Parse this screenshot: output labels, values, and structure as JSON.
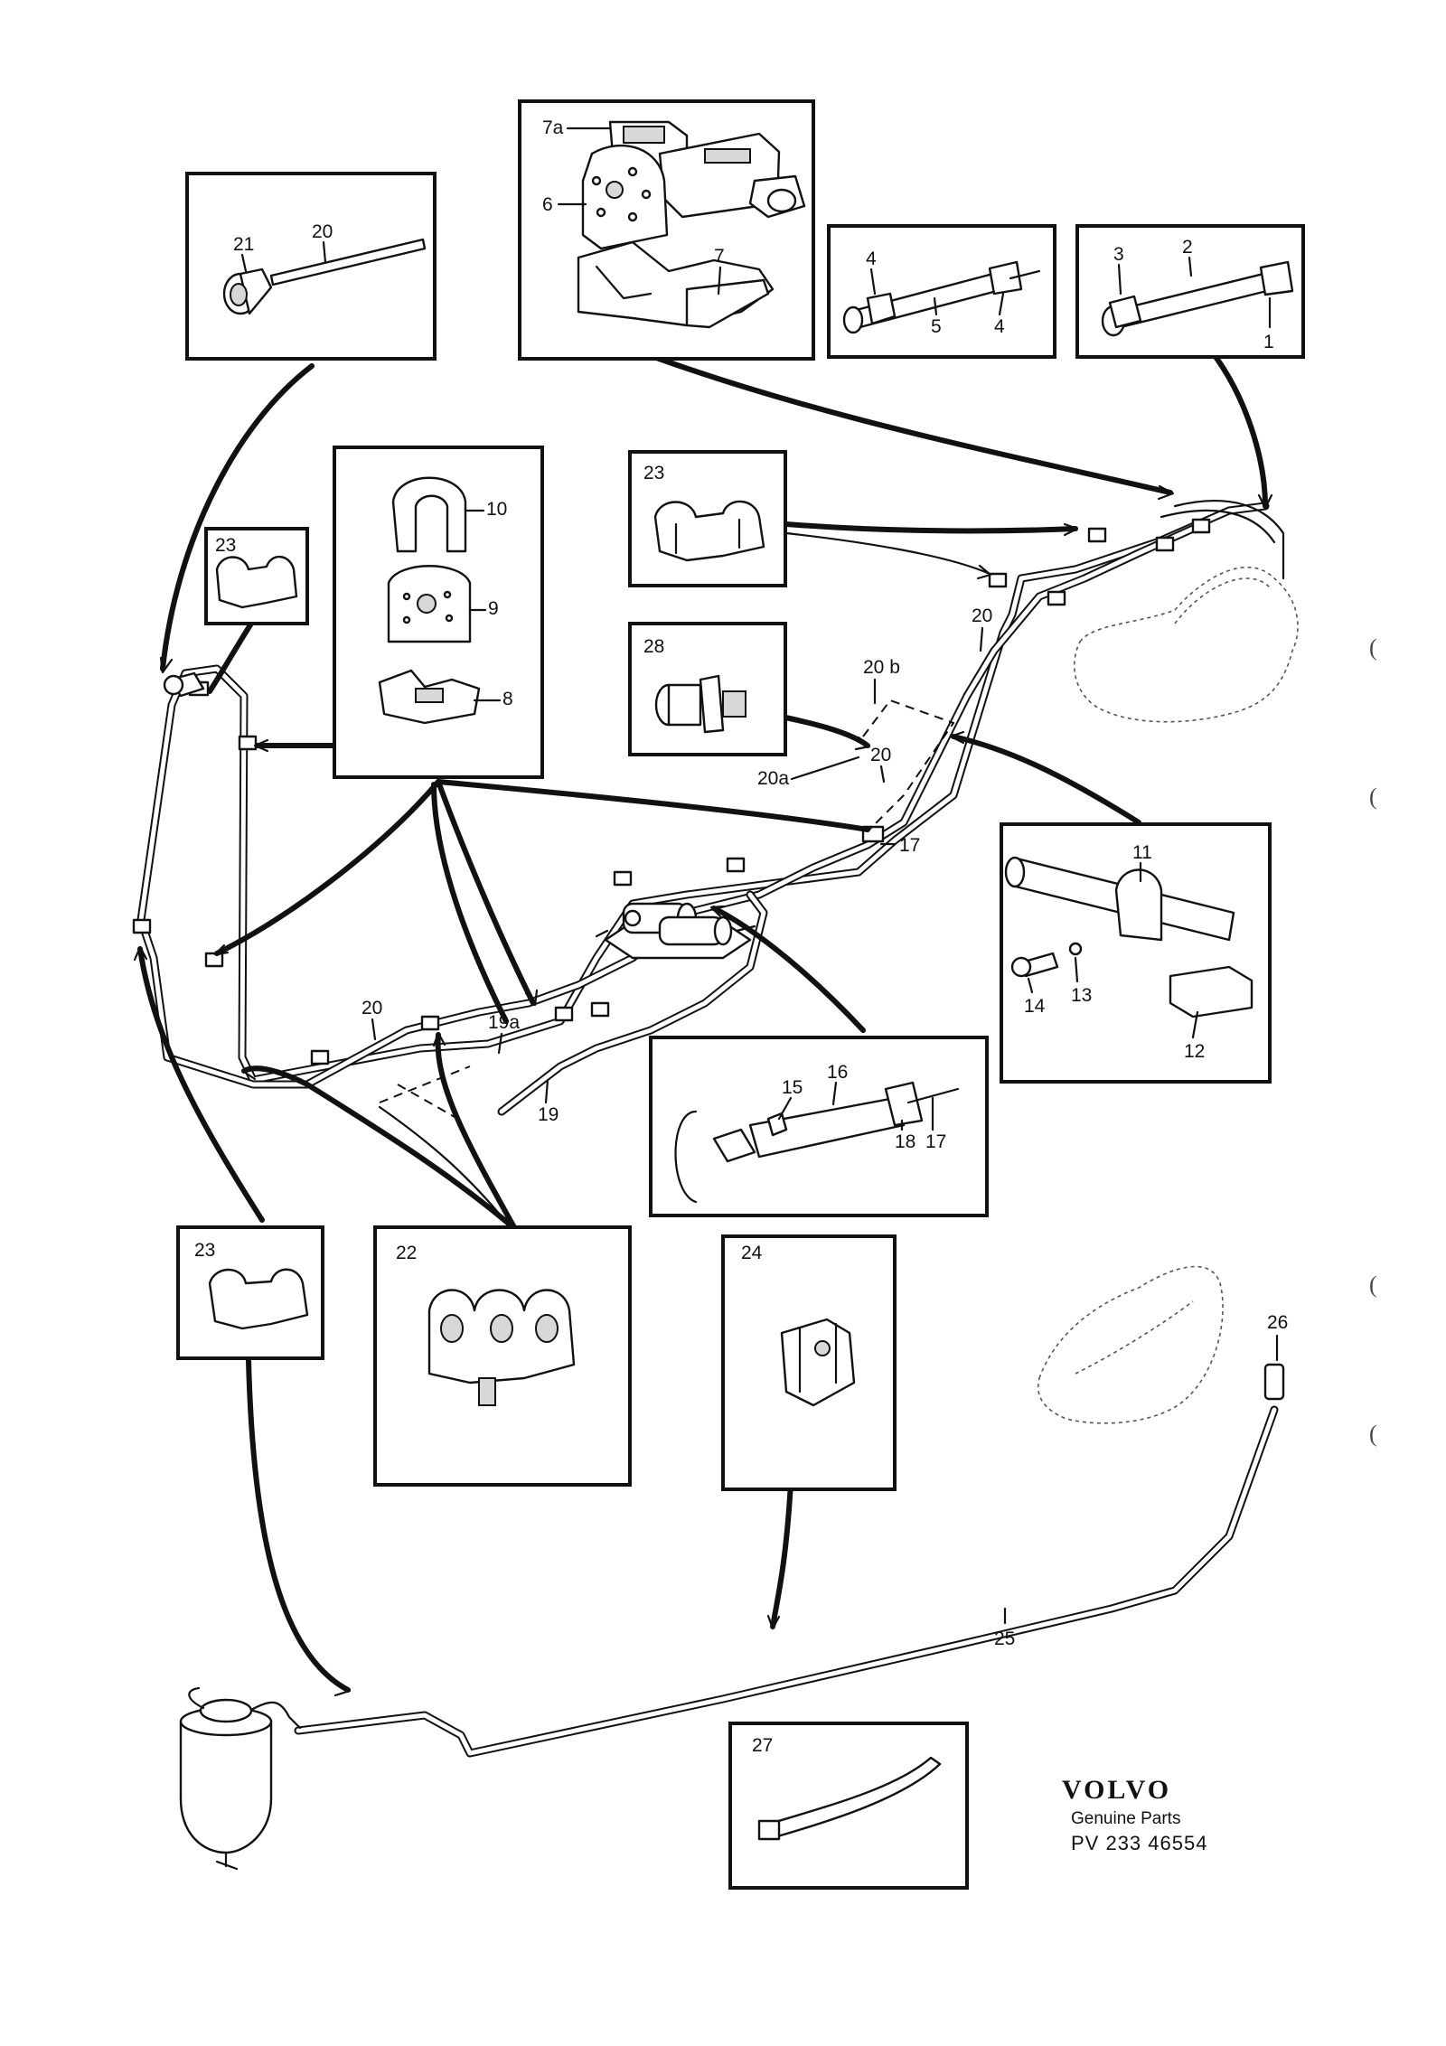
{
  "brand": {
    "name": "VOLVO",
    "subtitle": "Genuine Parts",
    "code": "PV 233 46554"
  },
  "margin_marks": [
    "(",
    "(",
    "(",
    "("
  ],
  "callouts": {
    "c1": "1",
    "c2": "2",
    "c3": "3",
    "c4a": "4",
    "c4b": "4",
    "c5": "5",
    "c6": "6",
    "c7": "7",
    "c7a": "7a",
    "c8": "8",
    "c9": "9",
    "c10": "10",
    "c11": "11",
    "c12": "12",
    "c13": "13",
    "c14": "14",
    "c15": "15",
    "c16": "16",
    "c17a": "17",
    "c17b": "17",
    "c18": "18",
    "c19": "19",
    "c19a": "19a",
    "c20_box": "20",
    "c20_main": "20",
    "c20_mid": "20",
    "c20_left": "20",
    "c20a": "20a",
    "c20b": "20 b",
    "c21": "21",
    "c22": "22",
    "c23_top": "23",
    "c23_left": "23",
    "c23_bottom": "23",
    "c24": "24",
    "c25": "25",
    "c26": "26",
    "c27": "27",
    "c28": "28"
  }
}
